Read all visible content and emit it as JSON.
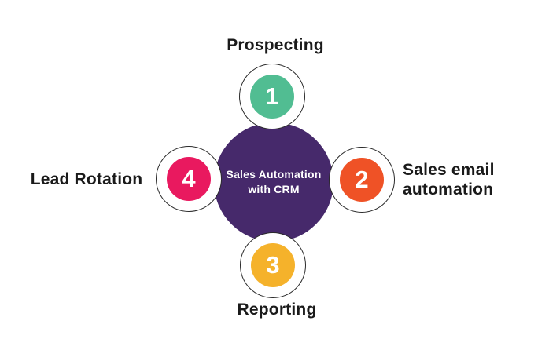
{
  "diagram": {
    "center": {
      "title_line1": "Sales Automation",
      "title_line2": "with CRM",
      "color": "#46296b",
      "text_color": "#ffffff"
    },
    "style": {
      "background": "#ffffff",
      "ring_fill": "#ffffff",
      "ring_outline_color": "#2b2b2b",
      "label_text_color": "#1a1a1a",
      "number_text_color": "#ffffff"
    },
    "nodes": [
      {
        "number": "1",
        "label": "Prospecting",
        "color": "#51bd92",
        "position": "top"
      },
      {
        "number": "2",
        "label": "Sales email automation",
        "color": "#ef5226",
        "position": "right"
      },
      {
        "number": "3",
        "label": "Reporting",
        "color": "#f5b22b",
        "position": "bottom"
      },
      {
        "number": "4",
        "label": "Lead Rotation",
        "color": "#e9195f",
        "position": "left"
      }
    ]
  }
}
